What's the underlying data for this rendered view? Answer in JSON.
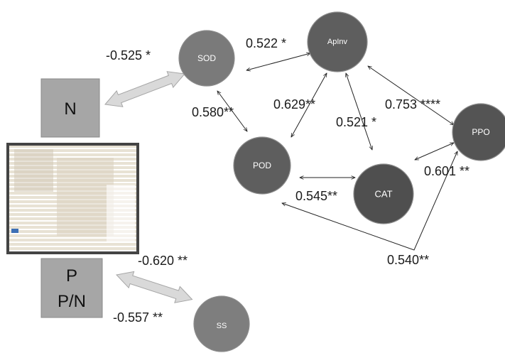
{
  "nodes": {
    "sod": {
      "label": "SOD",
      "color": "#7a7a7a"
    },
    "apinv": {
      "label": "ApInv",
      "color": "#5e5e5e"
    },
    "pod": {
      "label": "POD",
      "color": "#5e5e5e"
    },
    "cat": {
      "label": "CAT",
      "color": "#4f4f4f"
    },
    "ppo": {
      "label": "PPO",
      "color": "#545454"
    },
    "ss": {
      "label": "SS",
      "color": "#7e7e7e"
    }
  },
  "boxes": {
    "n": {
      "label": "N",
      "color": "#a6a6a6"
    },
    "p": {
      "line1": "P",
      "line2": "P/N",
      "color": "#a6a6a6"
    }
  },
  "edge_labels": {
    "n_sod": "-0.525 *",
    "sod_apinv": "0.522 *",
    "sod_pod": "0.580**",
    "apinv_pod": "0.629**",
    "apinv_cat": "0.521 *",
    "apinv_ppo": "0.753 ****",
    "pod_cat": "0.545**",
    "cat_ppo": "0.601 **",
    "pod_ppo": "0.540**",
    "p_ss_top": "-0.620 **",
    "p_ss_bottom": "-0.557 **"
  },
  "colors": {
    "wide_arrow_fill": "#d9d9d9",
    "wide_arrow_stroke": "#a6a6a6",
    "photo_frame": "#444444"
  }
}
